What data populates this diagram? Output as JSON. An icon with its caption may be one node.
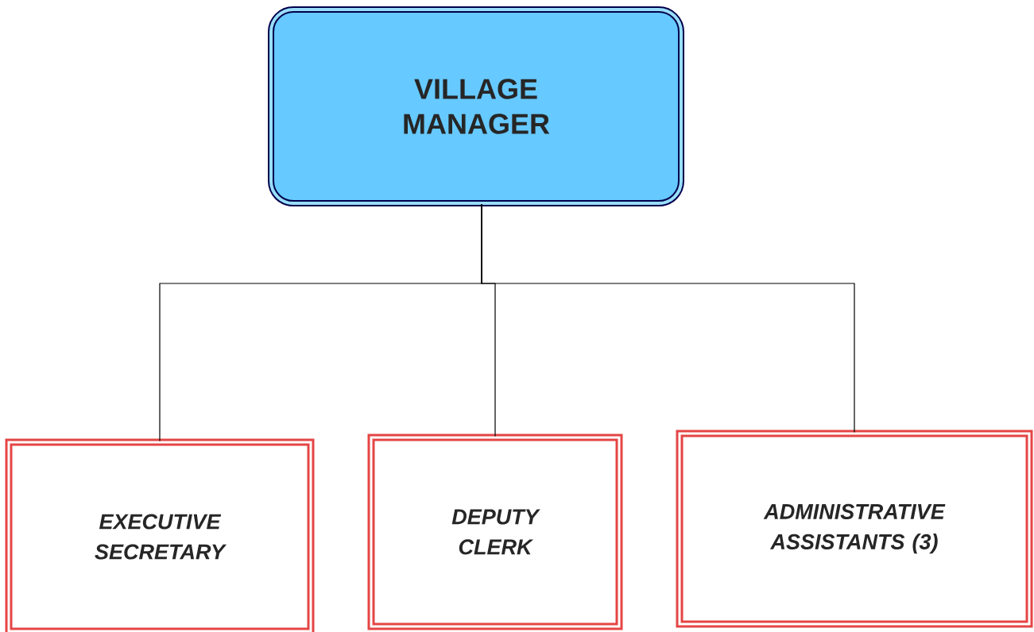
{
  "diagram": {
    "nodes": [
      {
        "text": [
          "VILLAGE MANAGER"
        ]
      },
      {
        "text": [
          "EXECUTIVE SECRETARY"
        ]
      },
      {
        "text": [
          "DEPUTY CLERK"
        ]
      },
      {
        "text": [
          "ADMINISTRATIVE ASSISTANTS (3)"
        ]
      }
    ],
    "edges": [
      {
        "from": 0,
        "to": 1,
        "arrow": "none"
      },
      {
        "from": 0,
        "to": 2,
        "arrow": "none"
      },
      {
        "from": 0,
        "to": 3,
        "arrow": "none"
      }
    ]
  }
}
